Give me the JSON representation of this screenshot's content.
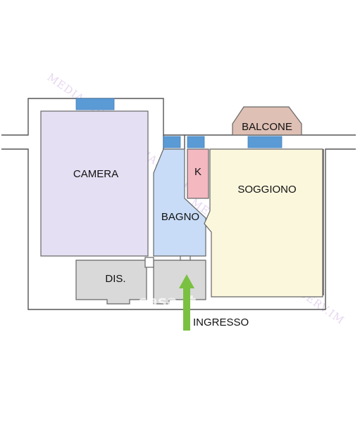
{
  "rooms": {
    "camera": "CAMERA",
    "bagno": "BAGNO",
    "k": "K",
    "soggiono": "SOGGIONO",
    "dis": "DIS.",
    "balcone": "BALCONE"
  },
  "entrance_label": "INGRESSO",
  "watermark": {
    "text": "MEDIASERV.IM",
    "logo_text": "casa.it"
  },
  "colors": {
    "camera": "#e4dff2",
    "bagno": "#c8dcf7",
    "kitchen": "#f4b8c1",
    "soggiorno": "#fbf7dd",
    "dis": "#d9d9d9",
    "balcone": "#dfc0b4",
    "window": "#5b9bd5",
    "arrow": "#7ac142",
    "wall": "#555555"
  }
}
